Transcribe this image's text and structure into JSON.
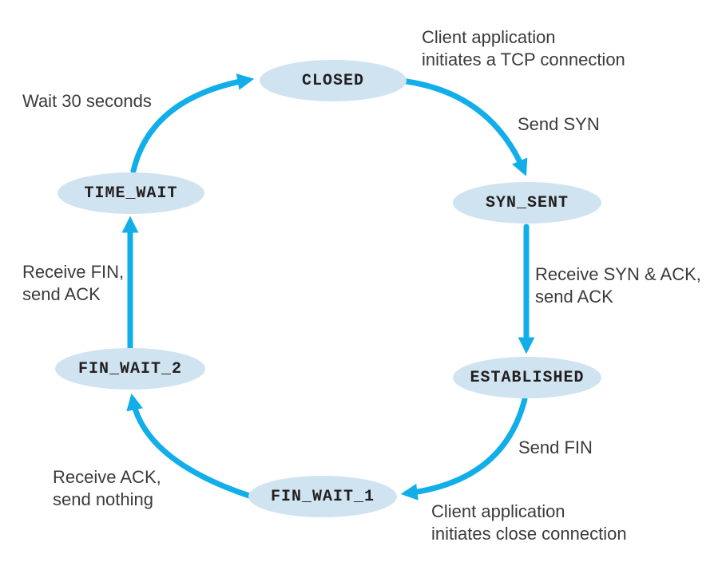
{
  "diagram": {
    "kind": "TCP client finite state machine",
    "states": {
      "closed": "CLOSED",
      "syn_sent": "SYN_SENT",
      "established": "ESTABLISHED",
      "fin_wait_1": "FIN_WAIT_1",
      "fin_wait_2": "FIN_WAIT_2",
      "time_wait": "TIME_WAIT"
    },
    "transitions": {
      "open": {
        "line1": "Client application",
        "line2": "initiates a TCP connection"
      },
      "send_syn": {
        "line1": "Send SYN"
      },
      "recv_syn_ack": {
        "line1": "Receive SYN & ACK,",
        "line2": "send ACK"
      },
      "send_fin": {
        "line1": "Send FIN"
      },
      "close": {
        "line1": "Client application",
        "line2": "initiates close connection"
      },
      "recv_ack": {
        "line1": "Receive ACK,",
        "line2": "send nothing"
      },
      "recv_fin": {
        "line1": "Receive FIN,",
        "line2": "send ACK"
      },
      "wait": {
        "line1": "Wait 30 seconds"
      }
    },
    "colors": {
      "arrow": "#12AEE9",
      "state_fill": "#CFE3F0",
      "state_text": "#231F20",
      "label_text": "#3B3B3C",
      "background": "#FFFFFF"
    }
  }
}
